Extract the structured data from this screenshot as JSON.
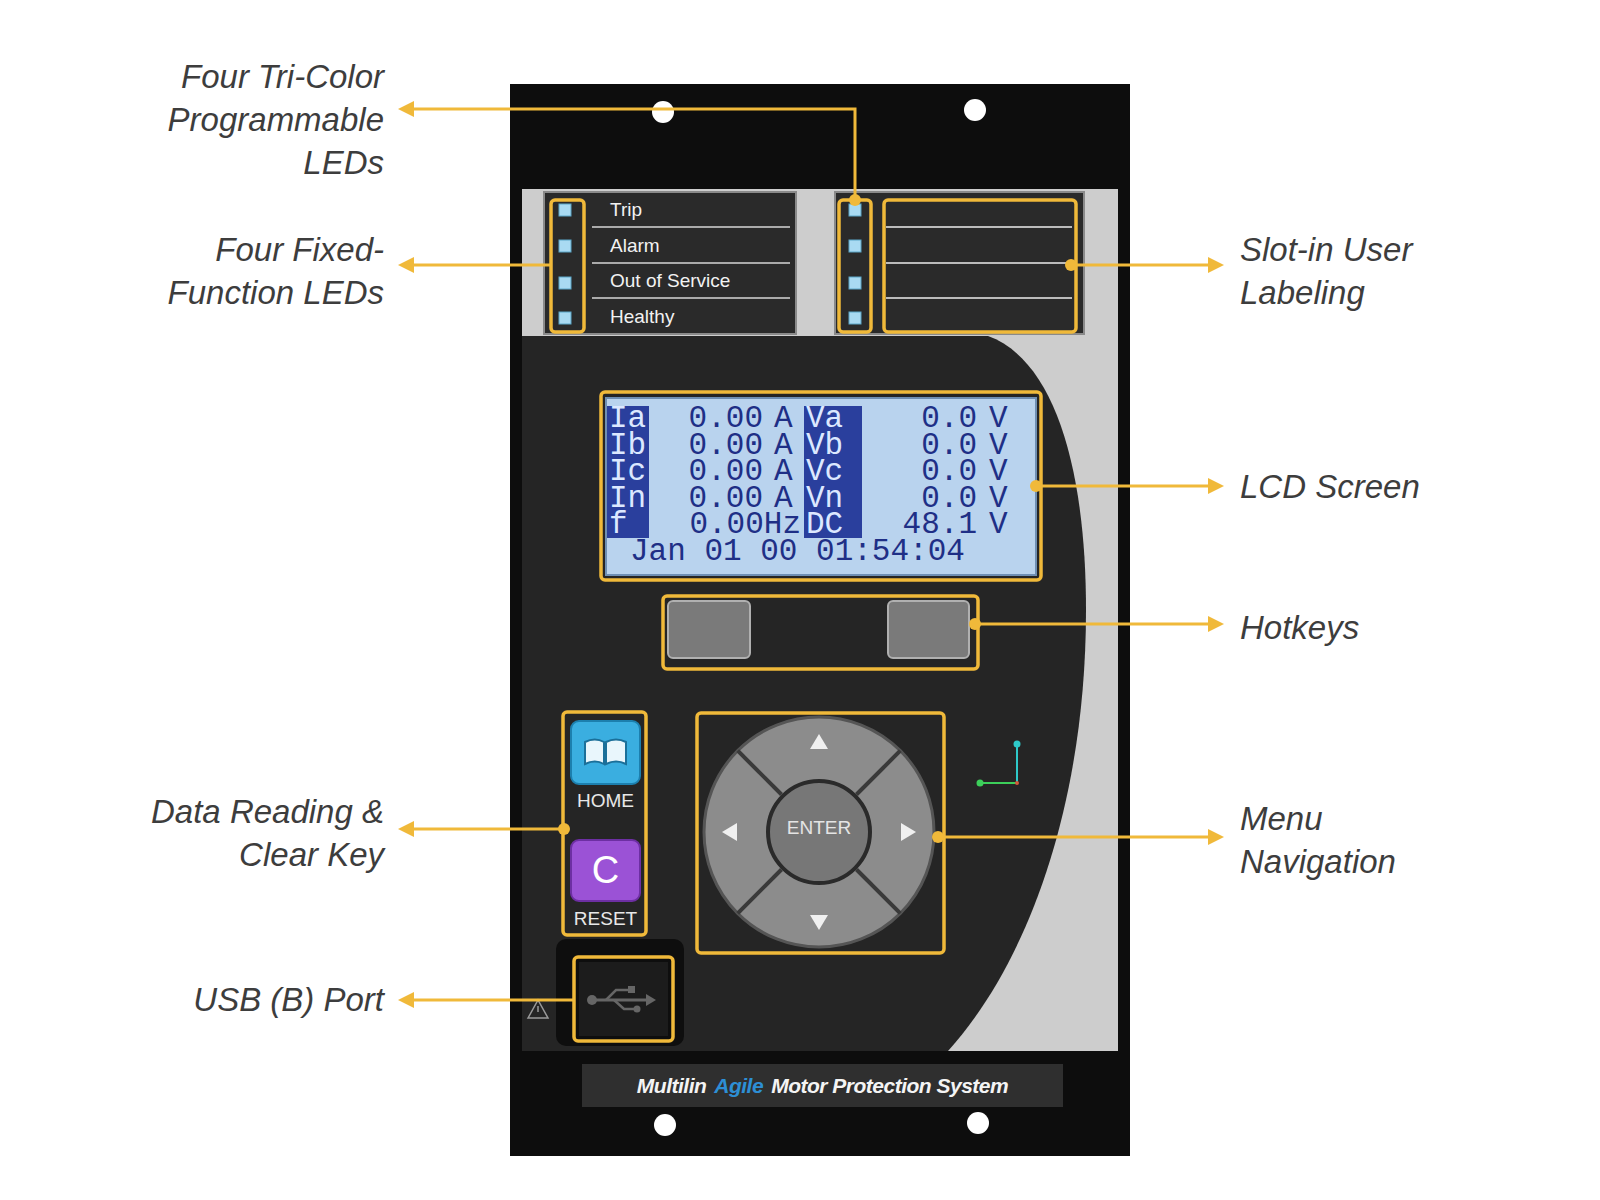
{
  "diagram": {
    "nodes": [
      {
        "text": [
          "Trip",
          "Alarm",
          "Out of Service",
          "Healthy"
        ]
      },
      {
        "text": [
          "Ia",
          "0.00",
          "A",
          "Va",
          "0.0",
          "V",
          "Ib",
          "0.00",
          "A",
          "Vb",
          "0.0",
          "V",
          "Ic",
          "0.00",
          "A",
          "Vc",
          "0.0",
          "V",
          "In",
          "0.00",
          "A",
          "Vn",
          "0.0",
          "V",
          "f",
          "0.00Hz",
          "DC",
          "48.1",
          "V",
          "Jan 01 00 01:54:04"
        ]
      },
      {
        "text": [
          "HOME"
        ]
      },
      {
        "text": [
          "C",
          "RESET"
        ]
      },
      {
        "text": [
          "ENTER"
        ]
      },
      {
        "text": [
          "Multilin",
          "Agile",
          "Motor Protection System"
        ]
      }
    ],
    "labels": [
      "Four Tri-Color Programmable LEDs",
      "Four Fixed-Function LEDs",
      "Slot-in User Labeling",
      "LCD Screen",
      "Hotkeys",
      "Data Reading & Clear Key",
      "Menu Navigation",
      "USB (B) Port"
    ]
  }
}
